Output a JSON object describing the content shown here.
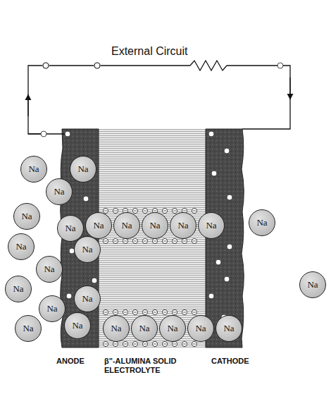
{
  "diagram": {
    "nodes": [
      {
        "text": [
          "Na"
        ]
      },
      {
        "text": [
          "Na"
        ]
      },
      {
        "text": [
          "Na"
        ]
      },
      {
        "text": [
          "Na"
        ]
      },
      {
        "text": [
          "Na"
        ]
      },
      {
        "text": [
          "Na"
        ]
      },
      {
        "text": [
          "Na"
        ]
      },
      {
        "text": [
          "Na"
        ]
      },
      {
        "text": [
          "Na"
        ]
      },
      {
        "text": [
          "Na"
        ]
      },
      {
        "text": [
          "Na"
        ]
      },
      {
        "text": [
          "Na"
        ]
      },
      {
        "text": [
          "Na"
        ]
      },
      {
        "text": [
          "Na"
        ]
      },
      {
        "text": [
          "Na"
        ]
      },
      {
        "text": [
          "Na"
        ]
      },
      {
        "text": [
          "Na"
        ]
      },
      {
        "text": [
          "Na"
        ]
      },
      {
        "text": [
          "Na"
        ]
      },
      {
        "text": [
          "Na"
        ]
      },
      {
        "text": [
          "Na"
        ]
      },
      {
        "text": [
          "Na"
        ]
      },
      {
        "text": [
          "Na"
        ]
      },
      {
        "text": [
          "Na"
        ]
      },
      {
        "text": [
          "Na"
        ]
      }
    ],
    "labels": [
      "External Circuit",
      "ANODE",
      "β\"-ALUMINA SOLID ELECTROLYTE",
      "CATHODE"
    ]
  }
}
